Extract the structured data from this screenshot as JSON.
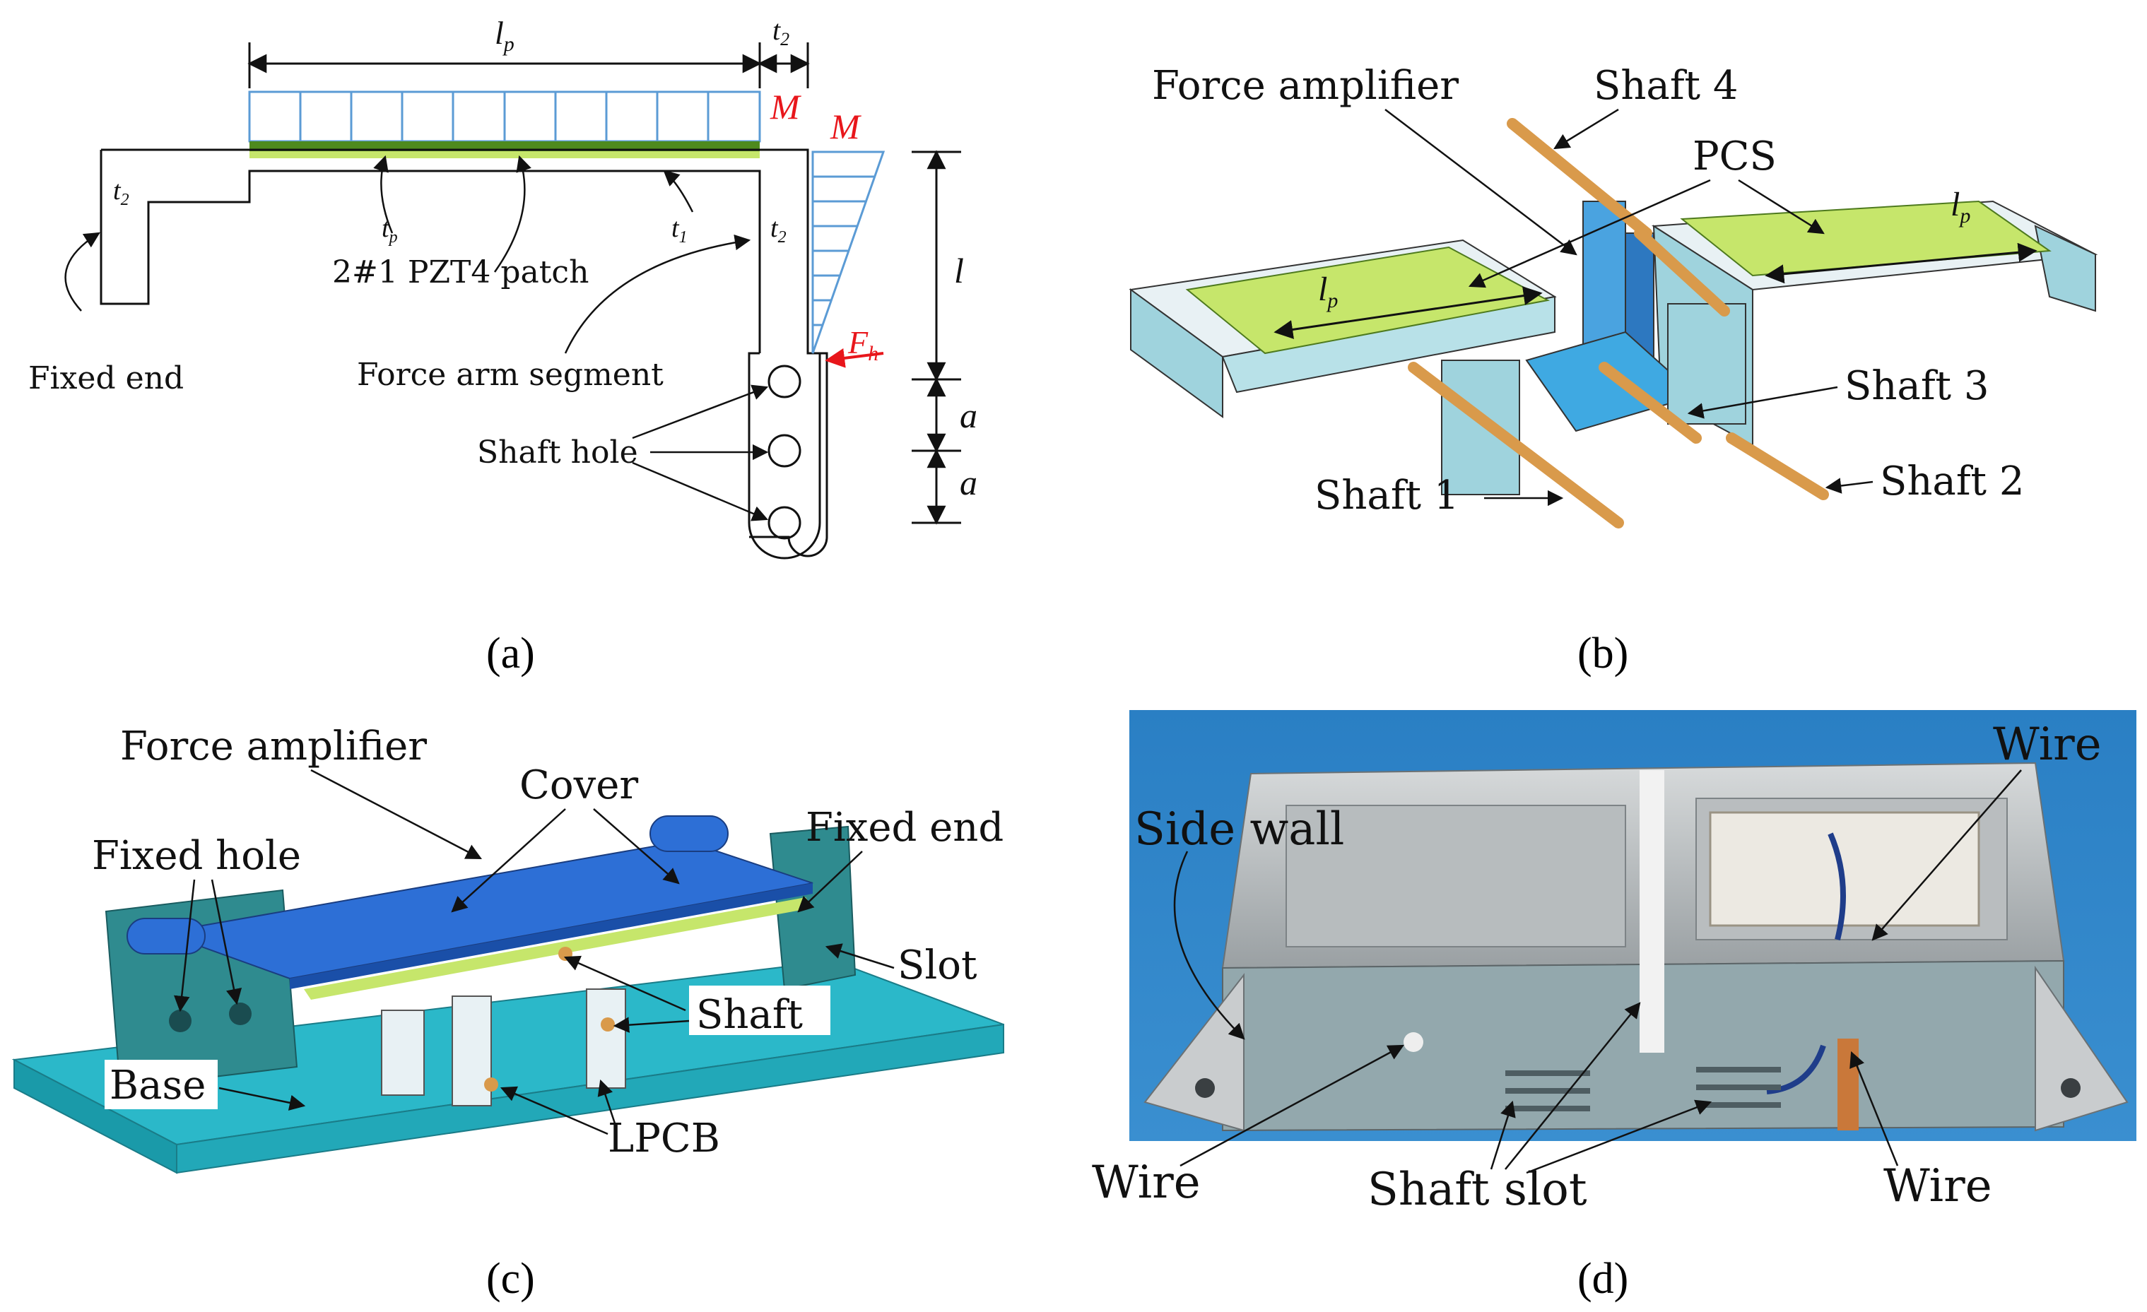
{
  "panels": {
    "a": {
      "caption": "(a)",
      "dims": {
        "lp": "l",
        "lp_sub": "p",
        "t2": "t",
        "t2_sub": "2",
        "t1": "t",
        "t1_sub": "1",
        "tp": "t",
        "tp_sub": "p",
        "l": "l",
        "a": "a"
      },
      "moment": "M",
      "force": "F",
      "force_sub": "h",
      "labels": {
        "patch": "2#1 PZT4 patch",
        "fixed_end": "Fixed end",
        "force_arm": "Force arm segment",
        "shaft_hole": "Shaft hole"
      }
    },
    "b": {
      "caption": "(b)",
      "labels": {
        "force_amplifier": "Force amplifier",
        "shaft4": "Shaft 4",
        "pcs": "PCS",
        "shaft3": "Shaft 3",
        "shaft2": "Shaft 2",
        "shaft1": "Shaft 1",
        "lp": "l",
        "lp_sub": "p"
      }
    },
    "c": {
      "caption": "(c)",
      "labels": {
        "force_amplifier": "Force amplifier",
        "cover": "Cover",
        "fixed_end": "Fixed end",
        "fixed_hole": "Fixed hole",
        "slot": "Slot",
        "shaft": "Shaft",
        "base": "Base",
        "lpcb": "LPCB"
      }
    },
    "d": {
      "caption": "(d)",
      "labels": {
        "side_wall": "Side wall",
        "wire_top": "Wire",
        "wire_left": "Wire",
        "wire_right": "Wire",
        "shaft_slot": "Shaft slot"
      }
    }
  },
  "colors": {
    "patch_green": "#c6e66b",
    "patch_outline": "#5b9bd5",
    "moment_red": "#e8161b",
    "frame_teal": "#9fd3dd",
    "cover_blue": "#2d6fd6",
    "base_cyan": "#2bb8c9",
    "photo_bg": "#2f86c8",
    "aluminum": "#c9ccce",
    "shaft_orange": "#d99a4b"
  }
}
